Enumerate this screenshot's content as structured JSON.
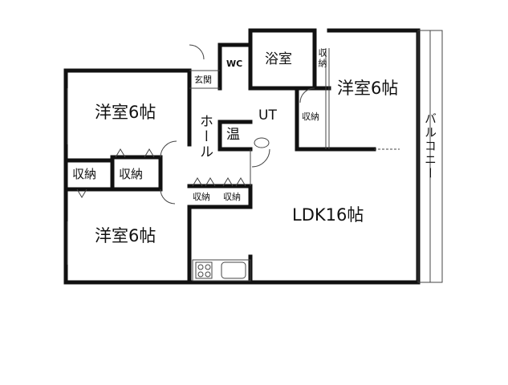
{
  "rooms": {
    "western_room_top_left": "洋室6帖",
    "western_room_bottom_left": "洋室6帖",
    "western_room_right": "洋室6帖",
    "ldk": "LDK16帖",
    "bath": "浴室",
    "toilet": "WC",
    "entrance": "玄関",
    "hall": "ホール",
    "utility": "UT",
    "water_heater": "温",
    "balcony": "バルコニー"
  },
  "storage": {
    "closet_left_1": "収納",
    "closet_left_2": "収納",
    "closet_hall_1": "収納",
    "closet_hall_2": "収納",
    "closet_ut": "収納",
    "closet_bath_side": "収納"
  }
}
